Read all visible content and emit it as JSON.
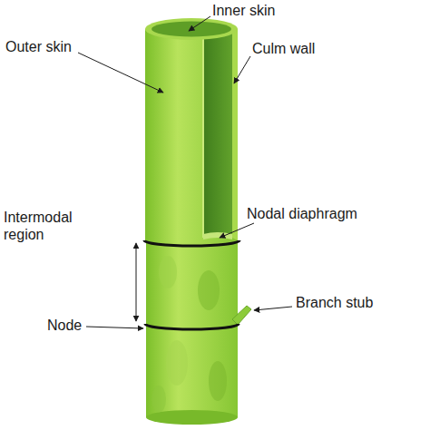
{
  "diagram": {
    "labels": [
      "Inner skin",
      "Outer skin",
      "Culm wall",
      "Nodal diaphragm",
      "Intermodal region",
      "Node",
      "Branch stub"
    ]
  }
}
